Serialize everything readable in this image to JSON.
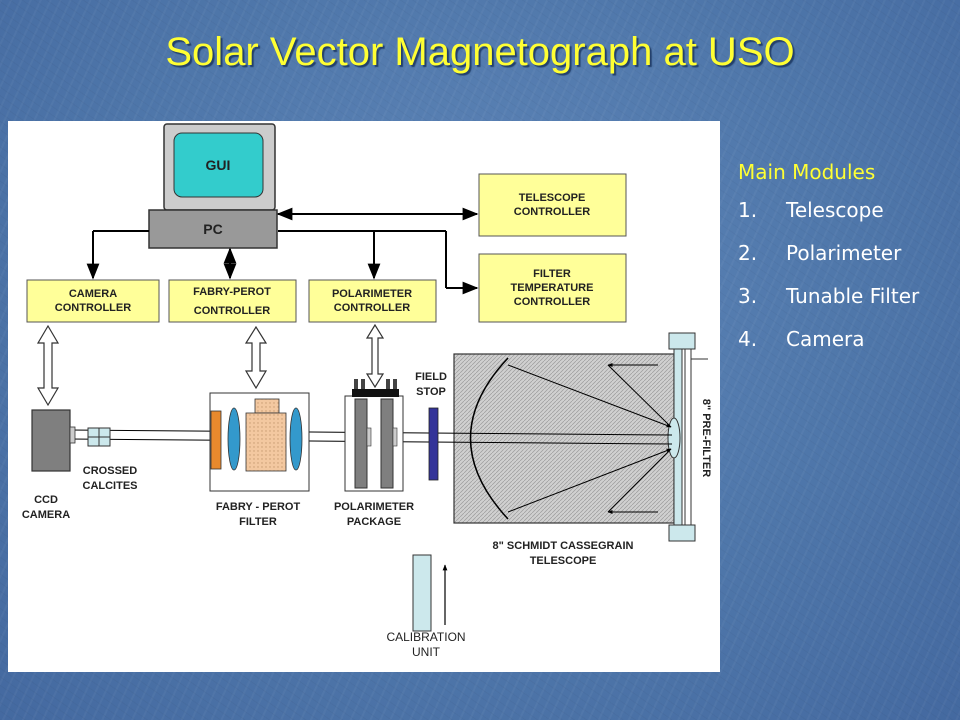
{
  "slide": {
    "title": "Solar Vector Magnetograph at USO"
  },
  "modules": {
    "heading": "Main Modules",
    "items": [
      {
        "number": "1.",
        "label": "Telescope"
      },
      {
        "number": "2.",
        "label": "Polarimeter"
      },
      {
        "number": "3.",
        "label": "Tunable Filter"
      },
      {
        "number": "4.",
        "label": "Camera"
      }
    ]
  },
  "diagram": {
    "gui": "GUI",
    "pc": "PC",
    "telescope_controller": [
      "TELESCOPE",
      "CONTROLLER"
    ],
    "filter_temp_controller": [
      "FILTER",
      "TEMPERATURE",
      "CONTROLLER"
    ],
    "camera_controller": [
      "CAMERA",
      "CONTROLLER"
    ],
    "fabry_perot_controller": [
      "FABRY-PEROT",
      "CONTROLLER"
    ],
    "polarimeter_controller": [
      "POLARIMETER",
      "CONTROLLER"
    ],
    "ccd_camera": [
      "CCD",
      "CAMERA"
    ],
    "crossed_calcites": [
      "CROSSED",
      "CALCITES"
    ],
    "fabry_perot_filter": [
      "FABRY - PEROT",
      "FILTER"
    ],
    "polarimeter_package": [
      "POLARIMETER",
      "PACKAGE"
    ],
    "field_stop": [
      "FIELD",
      "STOP"
    ],
    "telescope": [
      "8\" SCHMIDT CASSEGRAIN",
      "TELESCOPE"
    ],
    "pre_filter": "8\" PRE-FILTER",
    "calibration_unit": [
      "CALIBRATION",
      "UNIT"
    ]
  },
  "colors": {
    "title": "#ffff33",
    "controller_box": "#ffff99",
    "monitor_screen": "#33cccc",
    "pc_box": "#999999",
    "light_blue": "#cce8ec",
    "lens_blue": "#3399cc",
    "field_stop_blue": "#333399"
  }
}
